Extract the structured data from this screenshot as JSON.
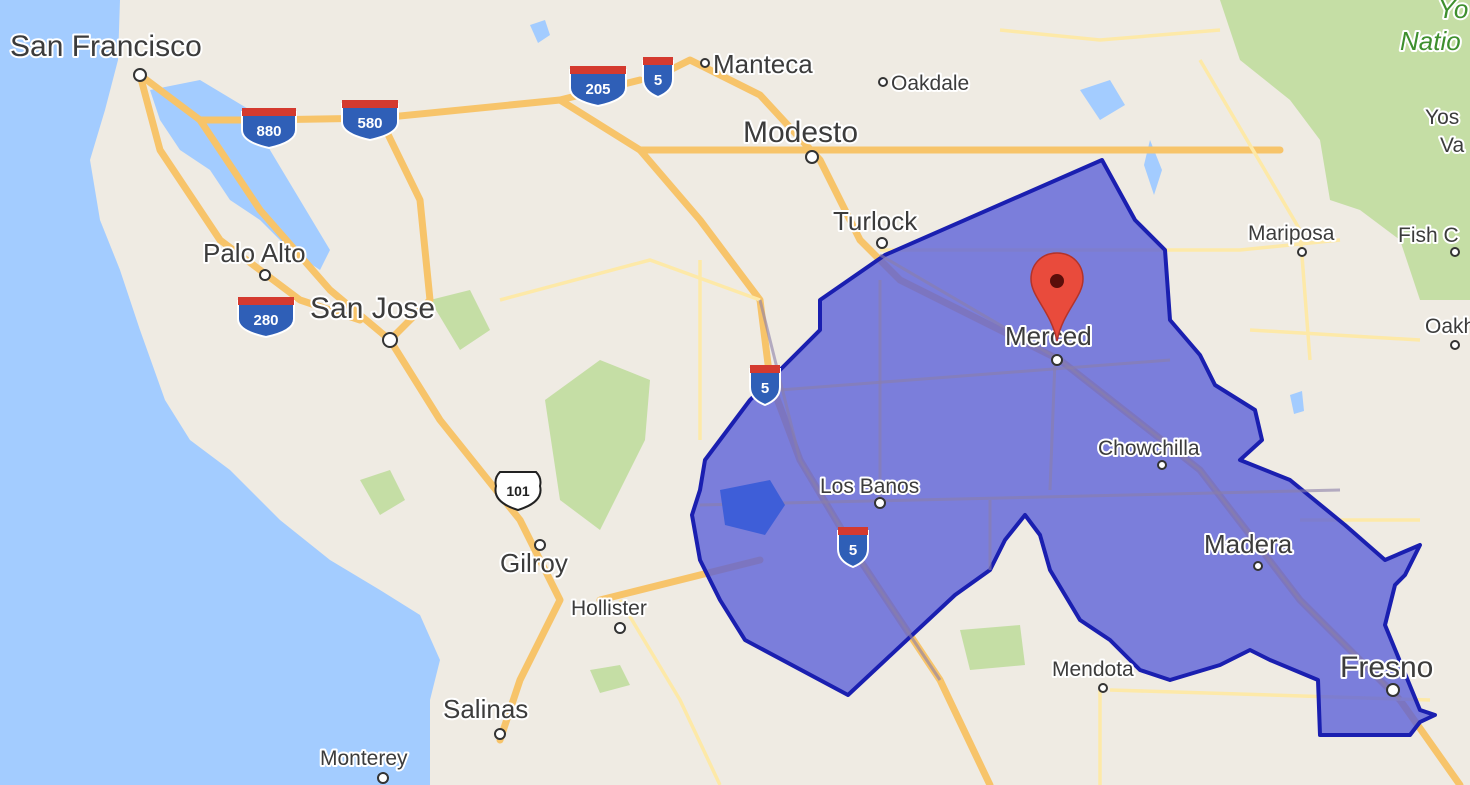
{
  "map": {
    "colors": {
      "land": "#efebe3",
      "water": "#a3ccff",
      "park": "#c5dea5",
      "highway": "#f7c46a",
      "road": "#fde9a8",
      "region_fill": "#5a5fd8",
      "region_stroke": "#1a1fb0",
      "marker": "#e94b3c"
    },
    "cities": [
      {
        "id": "san-francisco",
        "name": "San Francisco"
      },
      {
        "id": "palo-alto",
        "name": "Palo Alto"
      },
      {
        "id": "san-jose",
        "name": "San Jose"
      },
      {
        "id": "gilroy",
        "name": "Gilroy"
      },
      {
        "id": "hollister",
        "name": "Hollister"
      },
      {
        "id": "salinas",
        "name": "Salinas"
      },
      {
        "id": "monterey",
        "name": "Monterey"
      },
      {
        "id": "manteca",
        "name": "Manteca"
      },
      {
        "id": "oakdale",
        "name": "Oakdale"
      },
      {
        "id": "modesto",
        "name": "Modesto"
      },
      {
        "id": "turlock",
        "name": "Turlock"
      },
      {
        "id": "merced",
        "name": "Merced"
      },
      {
        "id": "los-banos",
        "name": "Los Banos"
      },
      {
        "id": "chowchilla",
        "name": "Chowchilla"
      },
      {
        "id": "madera",
        "name": "Madera"
      },
      {
        "id": "mendota",
        "name": "Mendota"
      },
      {
        "id": "fresno",
        "name": "Fresno"
      },
      {
        "id": "mariposa",
        "name": "Mariposa"
      },
      {
        "id": "fish-camp",
        "name": "Fish C"
      },
      {
        "id": "oakhurst",
        "name": "Oakhu"
      }
    ],
    "parks": [
      {
        "id": "yosemite-top",
        "name": "Yo"
      },
      {
        "id": "yosemite-natl",
        "name": "Natio"
      },
      {
        "id": "yosemite-valley-1",
        "name": "Yos"
      },
      {
        "id": "yosemite-valley-2",
        "name": "Va"
      }
    ],
    "shields": {
      "i880": "880",
      "i580": "580",
      "i205": "205",
      "i5_north": "5",
      "i280": "280",
      "i5_mid": "5",
      "i5_south": "5",
      "us101": "101"
    },
    "marker_icon": "map-pin-icon"
  }
}
